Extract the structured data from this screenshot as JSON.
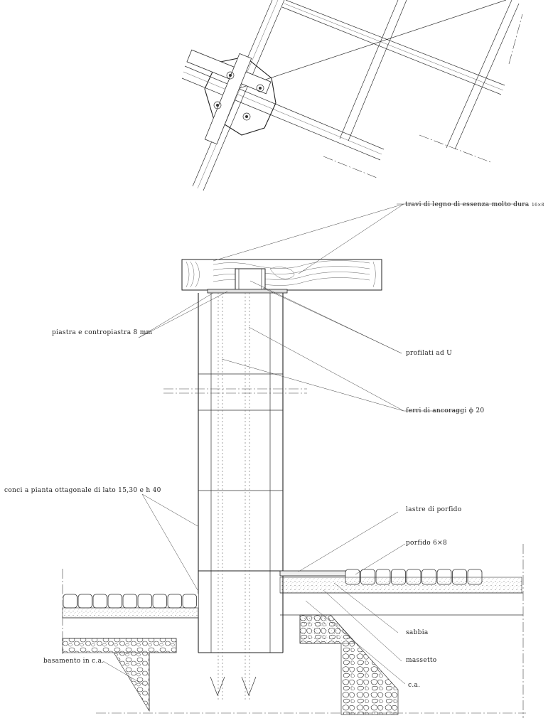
{
  "labels": {
    "travi": "travi di legno di essenza molto dura",
    "travi_dim": "16×8",
    "piastra": "piastra e contropiastra 8 mm",
    "profilati": "profilati ad U",
    "ferri": "ferri di ancoraggi ϕ 20",
    "conci": "conci a pianta ottagonale di lato 15,30 e h 40",
    "lastre": "lastre di porfido",
    "porfido": "porfido 6×8",
    "sabbia": "sabbia",
    "massetto": "massetto",
    "basamento": "basamento in c.a.",
    "ca": "c.a."
  }
}
